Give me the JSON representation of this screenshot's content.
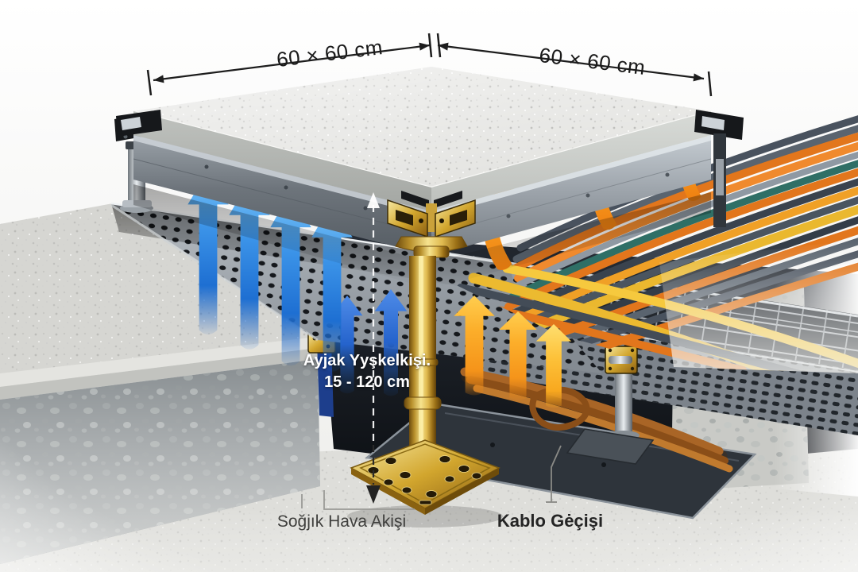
{
  "diagram": {
    "type": "raised-access-floor-cutaway",
    "labels": {
      "dim_left": "60 × 60 cm",
      "dim_right": "60 × 60 cm",
      "height_line1": "Ayjak Yyşkelkişi.",
      "height_line2": "15 - 120 cm",
      "cold_air": "Soğjık Hava Akişi",
      "cable_pass": "Kablo Gėçişi"
    },
    "colors": {
      "cold_air_arrow": "#2f87e2",
      "cold_air_arrow_dark": "#2563cc",
      "warm_air_arrow": "#f79d1b",
      "pedestal_gold": "#d9a62e",
      "metal_gray": "#8d949b",
      "concrete_light": "#e3e3e0",
      "plenum_dark": "#14181d",
      "cable_orange": "#e2761c",
      "cable_yellow": "#ecba30",
      "cable_slate": "#4a5560",
      "cable_teal": "#2f6f66",
      "cable_copper": "#a96526"
    }
  }
}
